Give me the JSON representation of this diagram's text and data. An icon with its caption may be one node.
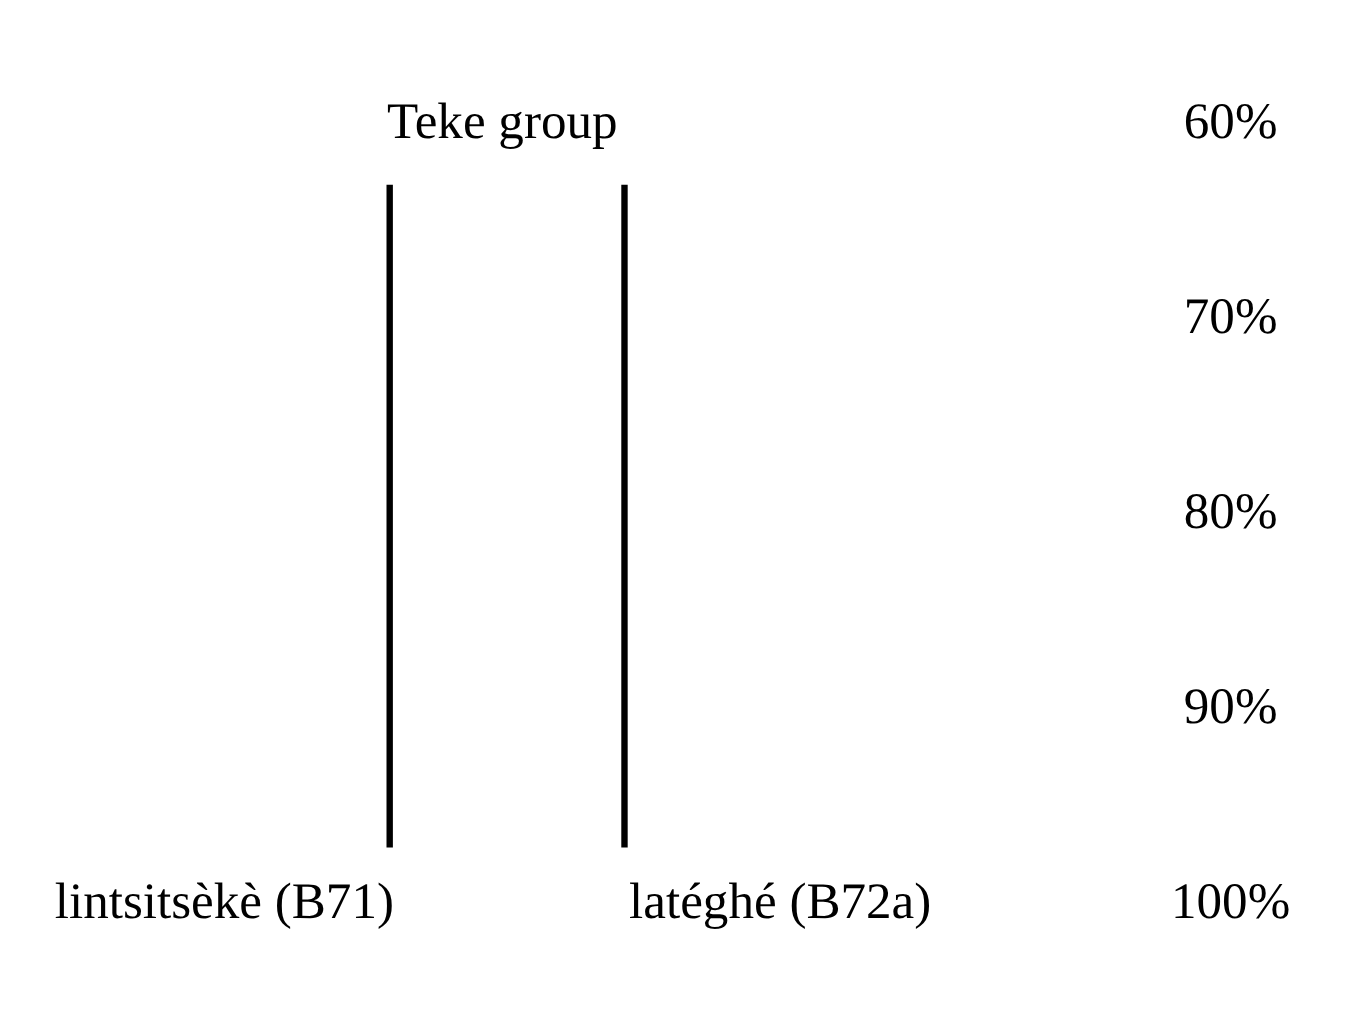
{
  "diagram": {
    "nodes": [
      {
        "text": [
          "Teke group"
        ]
      },
      {
        "text": [
          "lintsitsèkè (B71)"
        ]
      },
      {
        "text": [
          "latéghé (B72a)"
        ]
      }
    ],
    "edges": [
      {
        "from": 0,
        "to": 1,
        "arrow": "none"
      },
      {
        "from": 0,
        "to": 2,
        "arrow": "none"
      }
    ],
    "labels": [
      "60%",
      "70%",
      "80%",
      "90%",
      "100%"
    ]
  }
}
